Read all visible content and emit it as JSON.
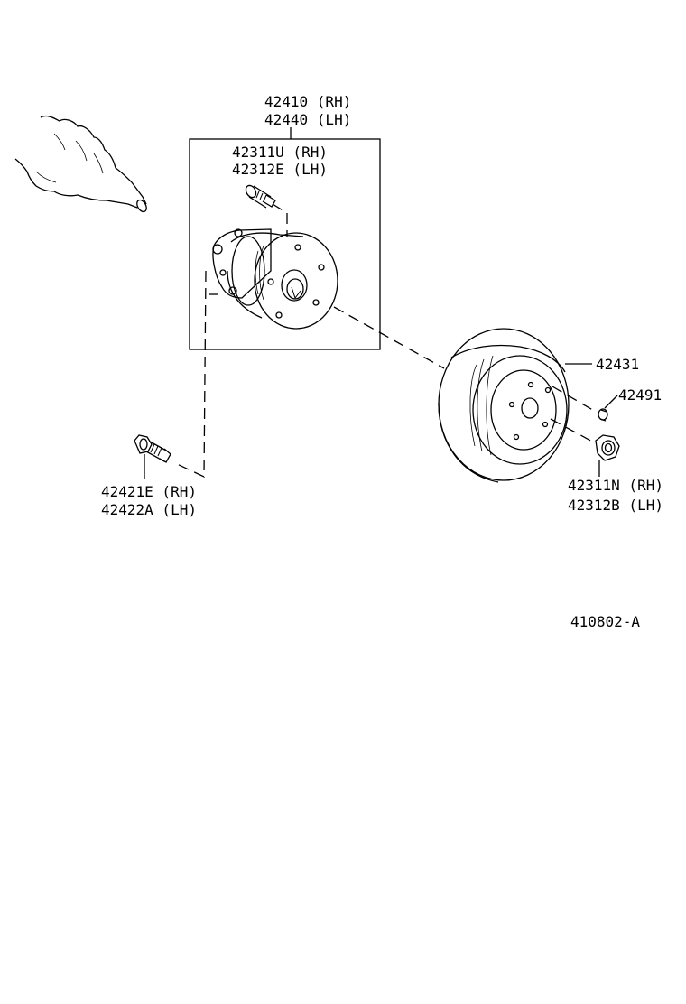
{
  "diagram": {
    "colors": {
      "line": "#000000",
      "background": "#ffffff"
    },
    "labels": {
      "hub_rh": "42410 (RH)",
      "hub_lh": "42440 (LH)",
      "hubbolt_rh": "42311U (RH)",
      "hubbolt_lh": "42312E (LH)",
      "disc": "42431",
      "plug": "42491",
      "nut_rh": "42311N (RH)",
      "nut_lh": "42312B (LH)",
      "bolt_rh": "42421E (RH)",
      "bolt_lh": "42422A (LH)",
      "figure_code": "410802-A"
    },
    "icons": [
      "axle-beam-icon",
      "hub-bearing-icon",
      "hub-bolt-icon",
      "disc-rotor-icon",
      "plug-icon",
      "nut-icon",
      "mounting-bolt-icon"
    ]
  }
}
